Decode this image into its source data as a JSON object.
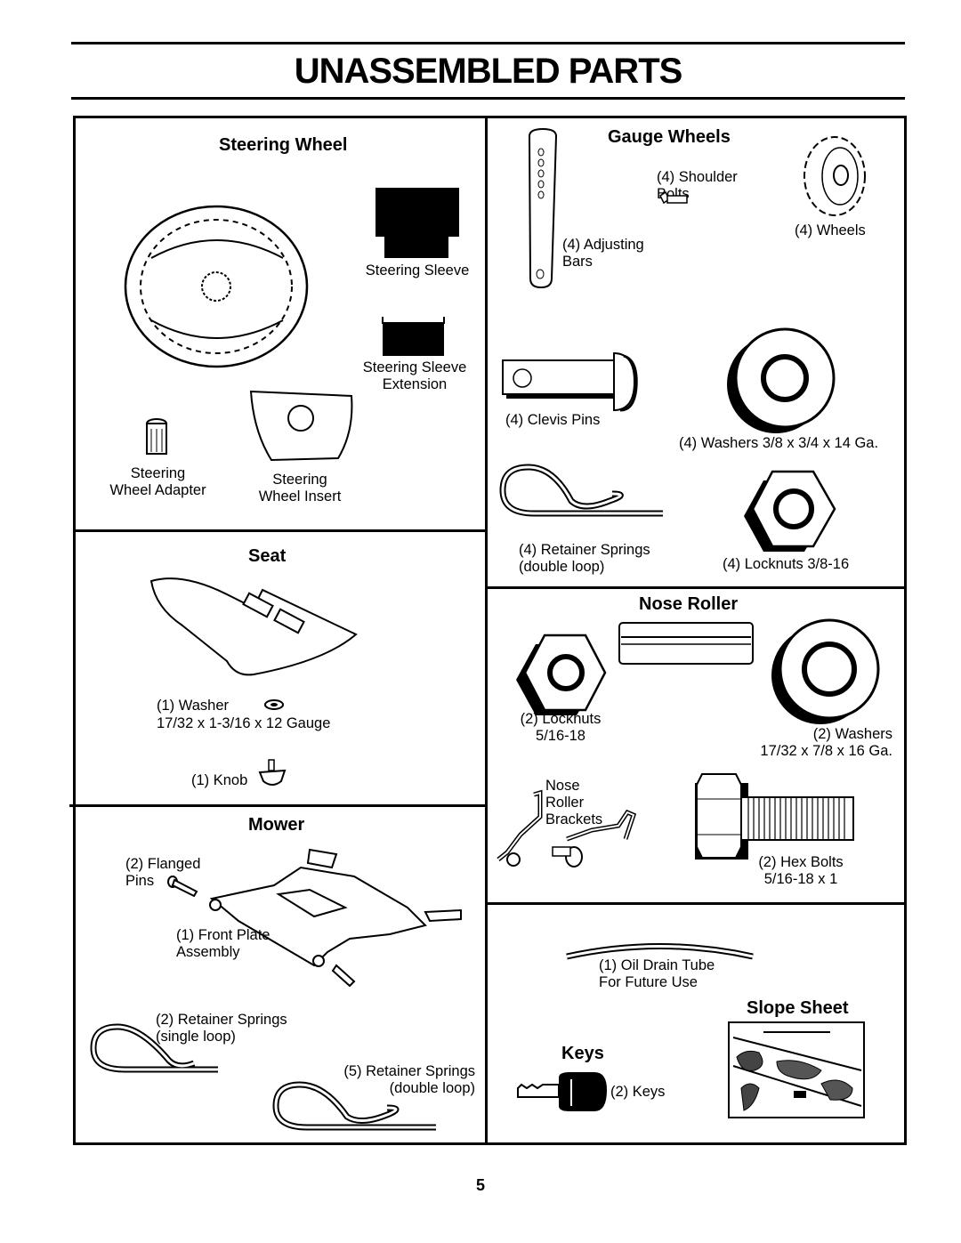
{
  "page_title": "UNASSEMBLED PARTS",
  "page_number": "5",
  "sections": {
    "steering_wheel": {
      "heading": "Steering Wheel",
      "steering_sleeve": "Steering Sleeve",
      "sleeve_extension": "Steering Sleeve\nExtension",
      "wheel_adapter": "Steering\nWheel Adapter",
      "wheel_insert": "Steering\nWheel Insert"
    },
    "seat": {
      "heading": "Seat",
      "washer": "(1) Washer",
      "washer_spec": "17/32 x 1-3/16 x 12 Gauge",
      "knob": "(1) Knob"
    },
    "mower": {
      "heading": "Mower",
      "flanged_pins": "(2) Flanged\nPins",
      "front_plate": "(1) Front Plate\nAssembly",
      "retainer_single": "(2)  Retainer Springs\n(single loop)",
      "retainer_double": "(5)  Retainer Springs\n(double loop)"
    },
    "gauge_wheels": {
      "heading": "Gauge Wheels",
      "shoulder_bolts": "(4) Shoulder\nBolts",
      "wheels": "(4) Wheels",
      "adjusting_bars": "(4) Adjusting\nBars",
      "clevis_pins": "(4) Clevis Pins",
      "washers": "(4) Washers 3/8 x 3/4 x 14 Ga.",
      "retainer_springs": "(4)  Retainer Springs\n(double loop)",
      "locknuts": "(4) Locknuts  3/8-16"
    },
    "nose_roller": {
      "heading": "Nose Roller",
      "locknuts": "(2) Locknuts\n5/16-18",
      "washers": "(2) Washers\n17/32 x 7/8 x 16 Ga.",
      "brackets": "Nose\nRoller\nBrackets",
      "hex_bolts": "(2) Hex Bolts\n5/16-18 x 1"
    },
    "misc": {
      "oil_tube": "(1) Oil Drain Tube\nFor Future Use",
      "slope_heading": "Slope Sheet",
      "keys_heading": "Keys",
      "keys": "(2) Keys"
    }
  }
}
